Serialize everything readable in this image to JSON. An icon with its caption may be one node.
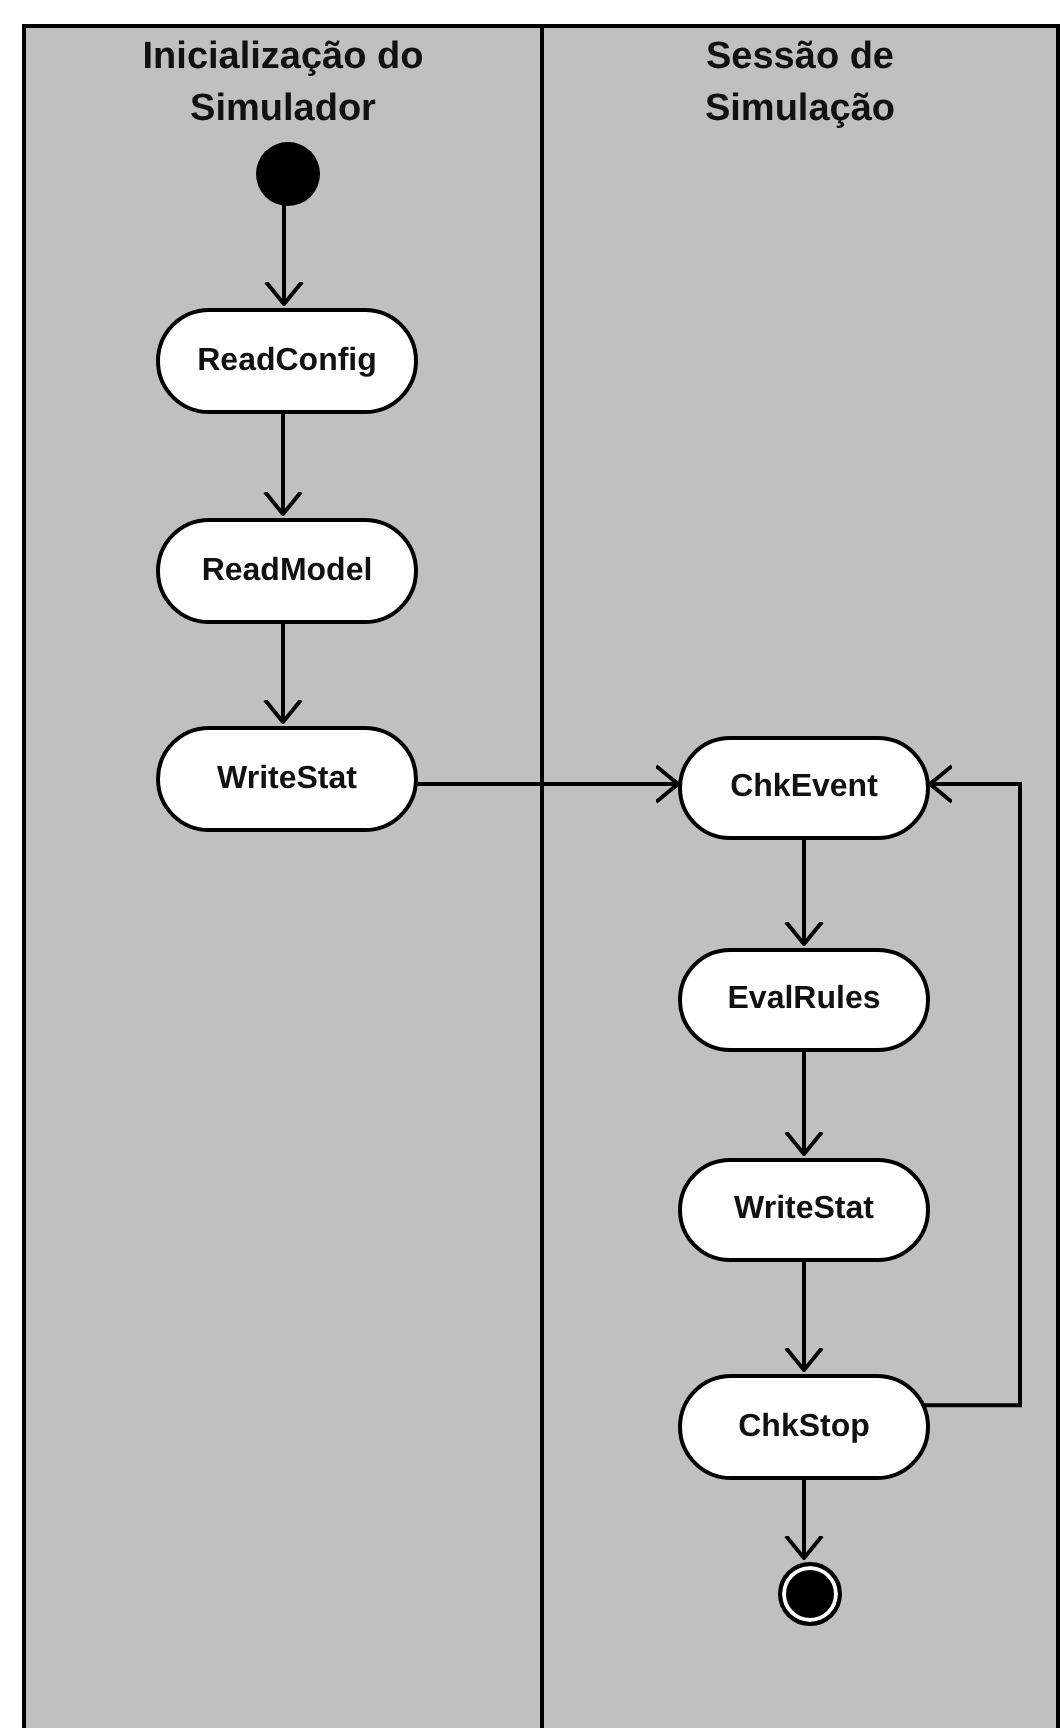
{
  "diagram": {
    "nodes": [
      {
        "text": [
          "Inicialização do Simulador"
        ]
      },
      {
        "text": [
          "Sessão de Simulação"
        ]
      },
      {
        "text": [],
        "shape": "circle",
        "in": 0
      },
      {
        "text": [
          "ReadConfig"
        ],
        "in": 0
      },
      {
        "text": [
          "ReadModel"
        ],
        "in": 0
      },
      {
        "text": [
          "WriteStat"
        ],
        "in": 0
      },
      {
        "text": [
          "ChkEvent"
        ],
        "in": 1
      },
      {
        "text": [
          "EvalRules"
        ],
        "in": 1
      },
      {
        "text": [
          "WriteStat"
        ],
        "in": 1
      },
      {
        "text": [
          "ChkStop"
        ],
        "in": 1
      },
      {
        "text": [],
        "shape": "circle",
        "in": 1
      }
    ],
    "edges": [
      {
        "from": 2,
        "to": 3,
        "arrow": "to"
      },
      {
        "from": 3,
        "to": 4,
        "arrow": "to"
      },
      {
        "from": 4,
        "to": 5,
        "arrow": "to"
      },
      {
        "from": 5,
        "to": 6,
        "arrow": "to"
      },
      {
        "from": 6,
        "to": 7,
        "arrow": "to"
      },
      {
        "from": 7,
        "to": 8,
        "arrow": "to"
      },
      {
        "from": 8,
        "to": 9,
        "arrow": "to"
      },
      {
        "from": 9,
        "to": 6,
        "arrow": "to"
      },
      {
        "from": 9,
        "to": 10,
        "arrow": "to"
      }
    ]
  }
}
